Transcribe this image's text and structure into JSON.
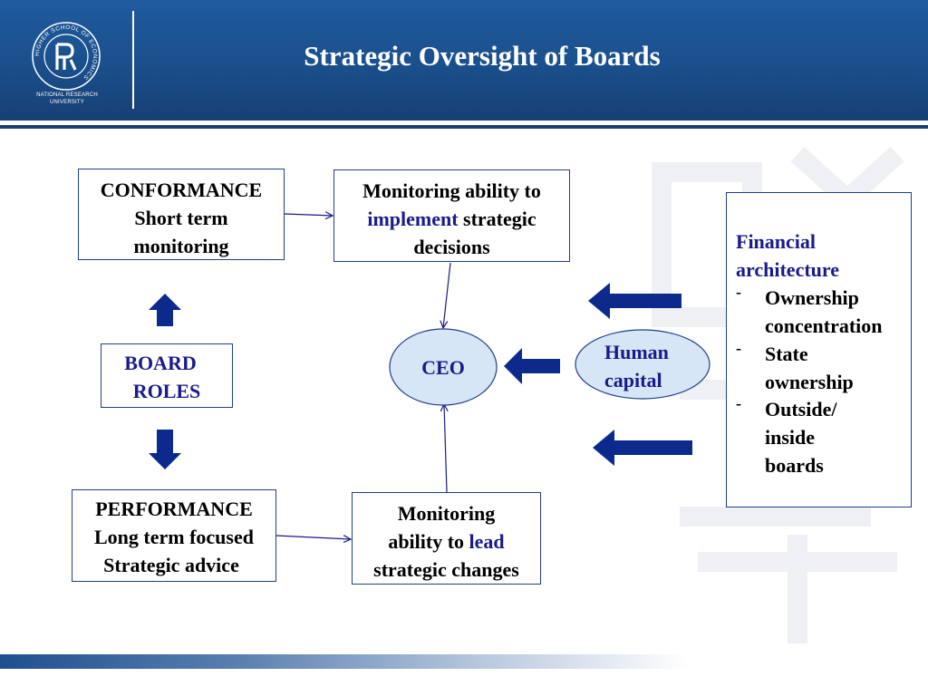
{
  "header": {
    "title": "Strategic Oversight of Boards",
    "logo_caption_line1": "NATIONAL RESEARCH",
    "logo_caption_line2": "UNIVERSITY",
    "logo_ring_text": "HIGHER SCHOOL OF ECONOMICS"
  },
  "diagram": {
    "conformance": {
      "line1": "CONFORMANCE",
      "line2": "Short term",
      "line3": "monitoring"
    },
    "board_roles": {
      "line1": "BOARD",
      "line2": "ROLES"
    },
    "performance": {
      "line1": "PERFORMANCE",
      "line2": "Long term focused",
      "line3": "Strategic advice"
    },
    "monitor_implement": {
      "pre": "Monitoring ability to",
      "highlight": "implement",
      "post": "strategic",
      "line3": "decisions"
    },
    "monitor_lead": {
      "line1": "Monitoring",
      "pre": "ability to",
      "highlight": "lead",
      "line3": "strategic changes"
    },
    "ceo": "CEO",
    "human_capital": {
      "line1": "Human",
      "line2": "capital"
    },
    "financial": {
      "title1": "Financial",
      "title2": "architecture",
      "bullet": "-",
      "items": [
        [
          "Ownership",
          "concentration"
        ],
        [
          "State",
          "ownership"
        ],
        [
          "Outside/",
          "inside",
          "boards"
        ]
      ]
    },
    "colors": {
      "arrow_fill": "#0b2a8c",
      "ellipse_fill": "#d6e6f6",
      "box_border": "#1f3f8a",
      "highlight_text": "#1a1a8c"
    }
  }
}
